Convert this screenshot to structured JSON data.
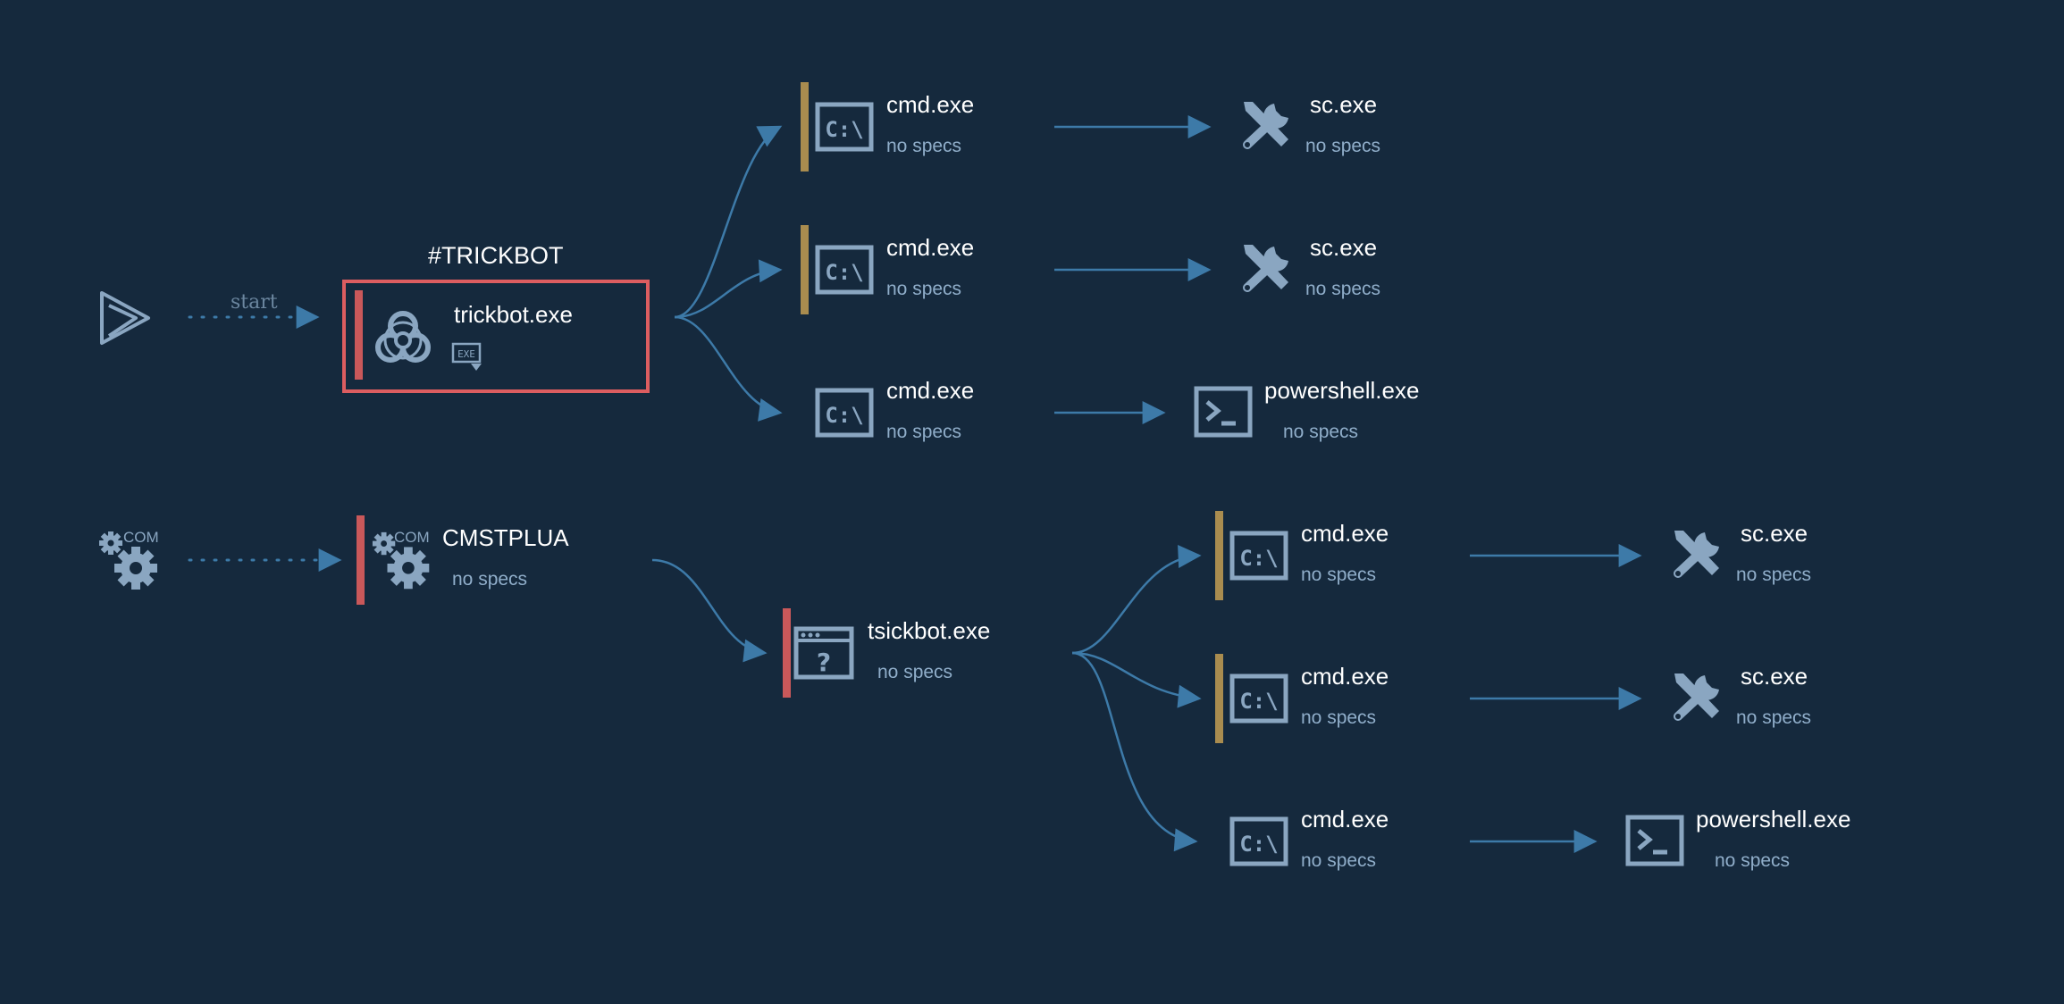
{
  "colors": {
    "background": "#15293d",
    "edge": "#3d7aa8",
    "icon": "#8aa6c1",
    "malicious_bar": "#c9585a",
    "shell_bar": "#a98c4f",
    "highlight": "#dc5d60"
  },
  "graph": {
    "entry_points": [
      {
        "id": "start",
        "icon": "play-icon",
        "edge_label": "start"
      },
      {
        "id": "com",
        "icon": "com-gear-icon",
        "icon_text": "COM"
      }
    ],
    "highlight_tag": "#TRICKBOT",
    "nodes": [
      {
        "id": "n_trickbot",
        "label": "trickbot.exe",
        "icon": "biohazard-icon",
        "bar": "red",
        "badge": "exe-file-icon"
      },
      {
        "id": "n_cmd1",
        "label": "cmd.exe",
        "spec": "no specs",
        "icon": "cmd-icon",
        "bar": "gold"
      },
      {
        "id": "n_cmd2",
        "label": "cmd.exe",
        "spec": "no specs",
        "icon": "cmd-icon",
        "bar": "gold"
      },
      {
        "id": "n_cmd3",
        "label": "cmd.exe",
        "spec": "no specs",
        "icon": "cmd-icon"
      },
      {
        "id": "n_sc1",
        "label": "sc.exe",
        "spec": "no specs",
        "icon": "tools-icon"
      },
      {
        "id": "n_sc2",
        "label": "sc.exe",
        "spec": "no specs",
        "icon": "tools-icon"
      },
      {
        "id": "n_ps1",
        "label": "powershell.exe",
        "spec": "no specs",
        "icon": "powershell-icon"
      },
      {
        "id": "n_cmstplua",
        "label": "CMSTPLUA",
        "spec": "no specs",
        "icon": "com-gear-icon",
        "icon_text": "COM",
        "bar": "red"
      },
      {
        "id": "n_tsickbot",
        "label": "tsickbot.exe",
        "spec": "no specs",
        "icon": "unknown-window-icon",
        "bar": "red"
      },
      {
        "id": "n_cmd4",
        "label": "cmd.exe",
        "spec": "no specs",
        "icon": "cmd-icon",
        "bar": "gold"
      },
      {
        "id": "n_cmd5",
        "label": "cmd.exe",
        "spec": "no specs",
        "icon": "cmd-icon",
        "bar": "gold"
      },
      {
        "id": "n_cmd6",
        "label": "cmd.exe",
        "spec": "no specs",
        "icon": "cmd-icon"
      },
      {
        "id": "n_sc3",
        "label": "sc.exe",
        "spec": "no specs",
        "icon": "tools-icon"
      },
      {
        "id": "n_sc4",
        "label": "sc.exe",
        "spec": "no specs",
        "icon": "tools-icon"
      },
      {
        "id": "n_ps2",
        "label": "powershell.exe",
        "spec": "no specs",
        "icon": "powershell-icon"
      }
    ],
    "edges": [
      {
        "from": "start",
        "to": "n_trickbot",
        "style": "dotted"
      },
      {
        "from": "com",
        "to": "n_cmstplua",
        "style": "dotted"
      },
      {
        "from": "n_trickbot",
        "to": "n_cmd1"
      },
      {
        "from": "n_trickbot",
        "to": "n_cmd2"
      },
      {
        "from": "n_trickbot",
        "to": "n_cmd3"
      },
      {
        "from": "n_cmd1",
        "to": "n_sc1"
      },
      {
        "from": "n_cmd2",
        "to": "n_sc2"
      },
      {
        "from": "n_cmd3",
        "to": "n_ps1"
      },
      {
        "from": "n_cmstplua",
        "to": "n_tsickbot"
      },
      {
        "from": "n_tsickbot",
        "to": "n_cmd4"
      },
      {
        "from": "n_tsickbot",
        "to": "n_cmd5"
      },
      {
        "from": "n_tsickbot",
        "to": "n_cmd6"
      },
      {
        "from": "n_cmd4",
        "to": "n_sc3"
      },
      {
        "from": "n_cmd5",
        "to": "n_sc4"
      },
      {
        "from": "n_cmd6",
        "to": "n_ps2"
      }
    ]
  }
}
